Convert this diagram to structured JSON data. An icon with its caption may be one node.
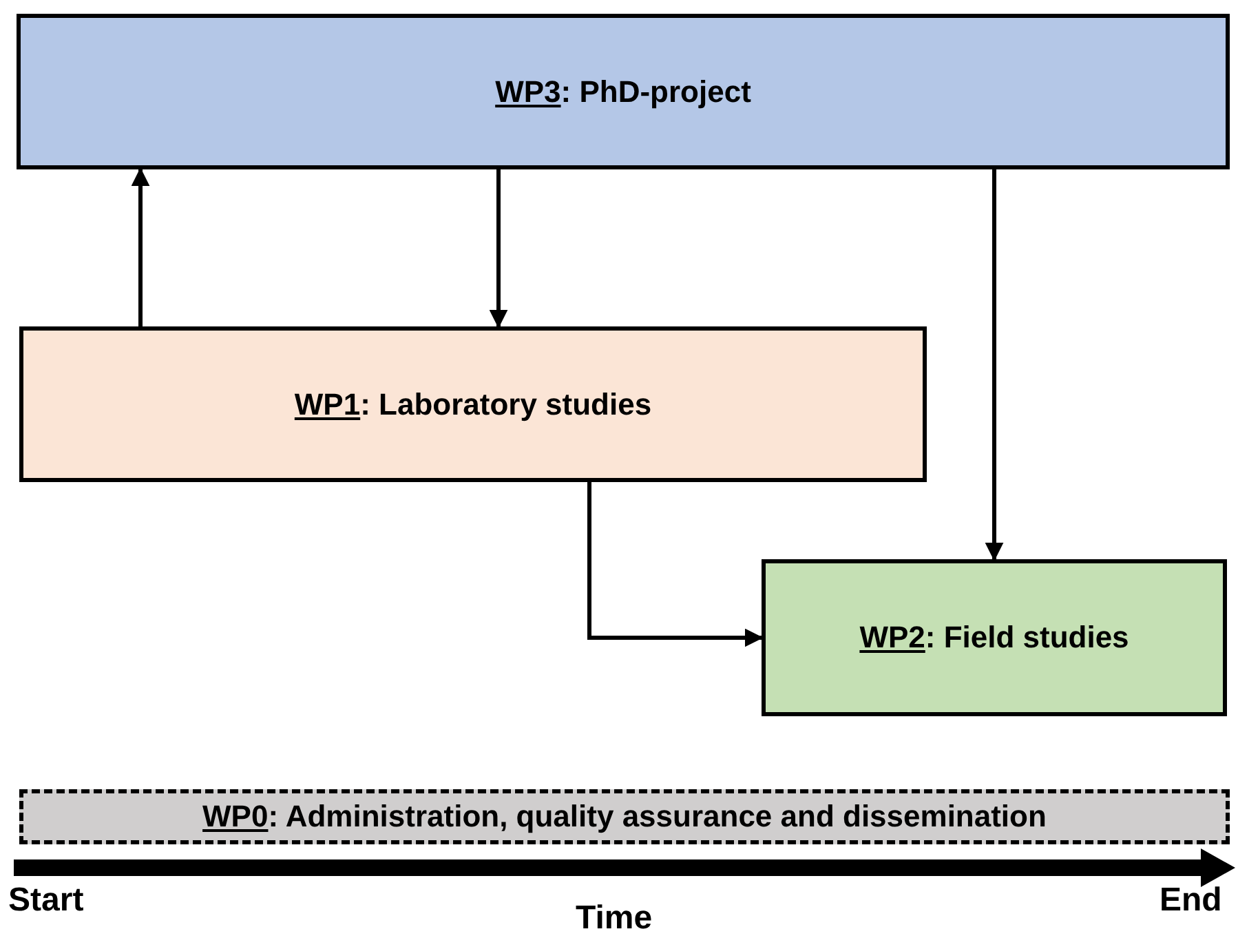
{
  "diagram": {
    "nodes": [
      {
        "text": [
          "WP3: PhD-project"
        ]
      },
      {
        "text": [
          "WP1: Laboratory studies"
        ]
      },
      {
        "text": [
          "WP2: Field studies"
        ]
      },
      {
        "text": [
          "WP0: Administration, quality assurance and dissemination"
        ]
      }
    ],
    "edges": [
      {
        "from": 1,
        "to": 0,
        "arrow": "to"
      },
      {
        "from": 0,
        "to": 1,
        "arrow": "to"
      },
      {
        "from": 0,
        "to": 2,
        "arrow": "to"
      },
      {
        "from": 1,
        "to": 2,
        "arrow": "to"
      }
    ],
    "labels": [
      "Start",
      "Time",
      "End"
    ]
  }
}
